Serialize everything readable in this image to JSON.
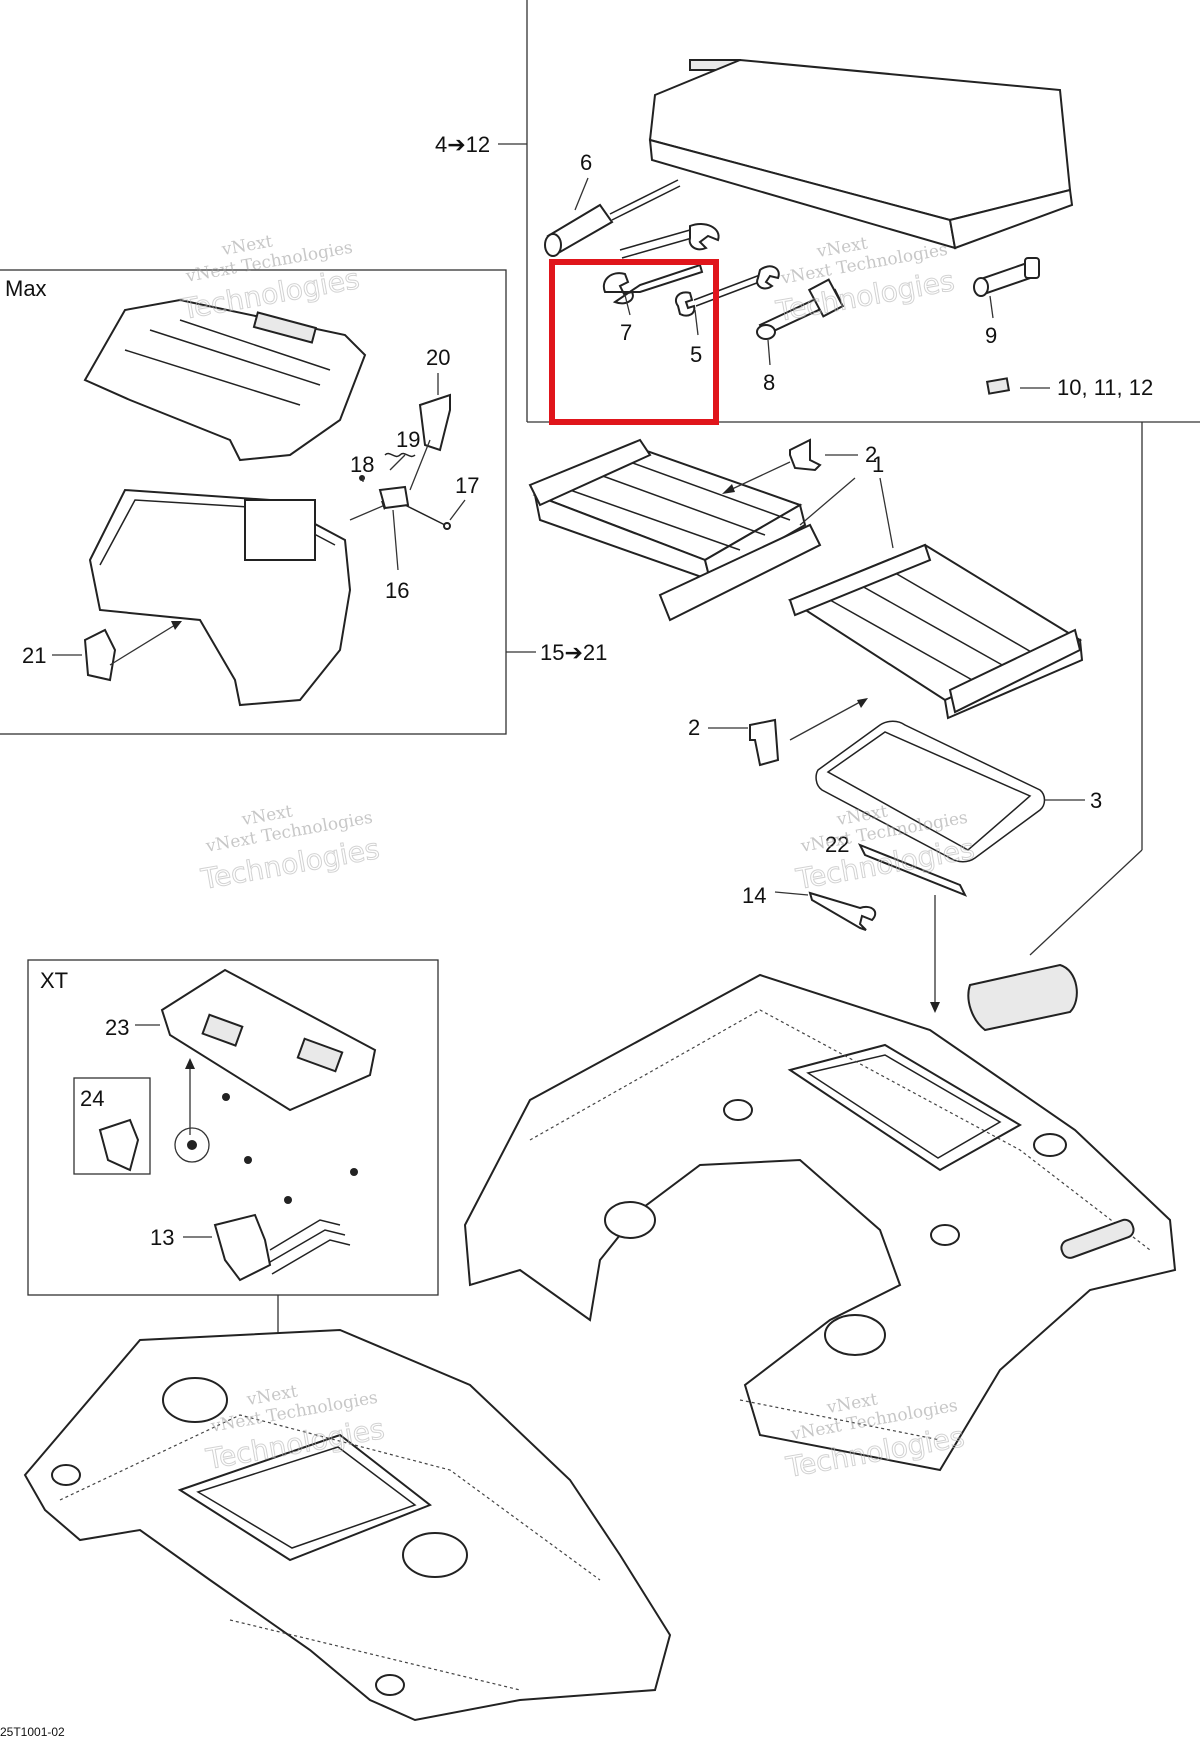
{
  "boxes": {
    "max_label": "Max",
    "xt_label": "XT"
  },
  "callouts": {
    "c1": "1",
    "c2a": "2",
    "c2b": "2",
    "c3": "3",
    "c4_12": "4➔12",
    "c5": "5",
    "c6": "6",
    "c7": "7",
    "c8": "8",
    "c9": "9",
    "c10_11_12": "10, 11, 12",
    "c13": "13",
    "c14": "14",
    "c15_21": "15➔21",
    "c16": "16",
    "c17": "17",
    "c18": "18",
    "c19": "19",
    "c20": "20",
    "c21": "21",
    "c22": "22",
    "c23": "23",
    "c24": "24"
  },
  "watermark": {
    "line_a": "vNext",
    "line_b": "vNext Technologies",
    "line_c": "Technologies"
  },
  "figure_code": "25T1001-02",
  "highlight": {
    "color": "#e0151b",
    "items": [
      "7",
      "5"
    ]
  }
}
